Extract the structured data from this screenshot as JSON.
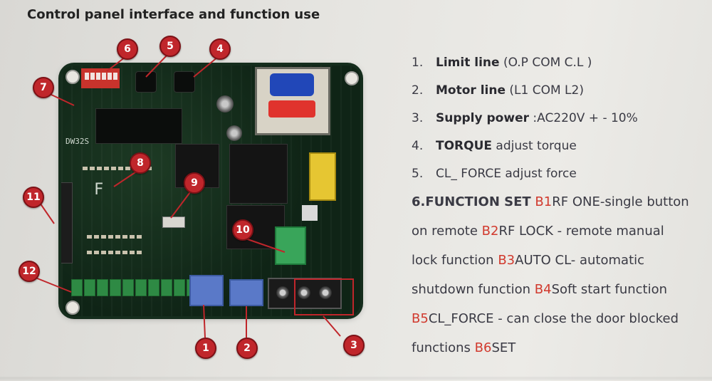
{
  "title": "Control panel interface and function use",
  "board": {
    "model_text": "DW32S",
    "silk_f": "F"
  },
  "markers": [
    "1",
    "2",
    "3",
    "4",
    "5",
    "6",
    "7",
    "8",
    "9",
    "10",
    "11",
    "12"
  ],
  "list": {
    "item1": {
      "num": "1.",
      "bold": "Limit   line",
      "rest": " (O.P    COM     C.L )"
    },
    "item2": {
      "num": "2.",
      "bold": "Motor line",
      "rest": " (L1      COM       L2)"
    },
    "item3": {
      "num": "3.",
      "bold": "Supply power",
      "rest": " :AC220V + - 10%"
    },
    "item4": {
      "num": "4.",
      "bold": "TORQUE",
      "rest": "   adjust torque"
    },
    "item5": {
      "num": "5.",
      "bold": "",
      "rest": "CL_ FORCE adjust force"
    },
    "function_set": {
      "line1_prefix_bold": "6.FUNCTION SET",
      "b1": " B1",
      "line1_rest": "RF ONE-single button",
      "line2_text": "on remote ",
      "b2": "B2",
      "line2_rest": "RF  LOCK  -  remote  manual",
      "line3_text": "lock   function   ",
      "b3": "B3",
      "line3_rest": "AUTO   CL-   automatic",
      "line4_text": "shutdown function ",
      "b4": "B4",
      "line4_rest": "Soft start function",
      "b5": "B5",
      "line5_rest": "CL_FORCE - can close the door blocked",
      "line6_text": "functions     ",
      "b6": "B6",
      "line6_rest": "SET"
    }
  },
  "colors": {
    "marker_red": "#c0262b",
    "accent_red": "#d13a2e",
    "pcb_green": "#0f2416"
  }
}
